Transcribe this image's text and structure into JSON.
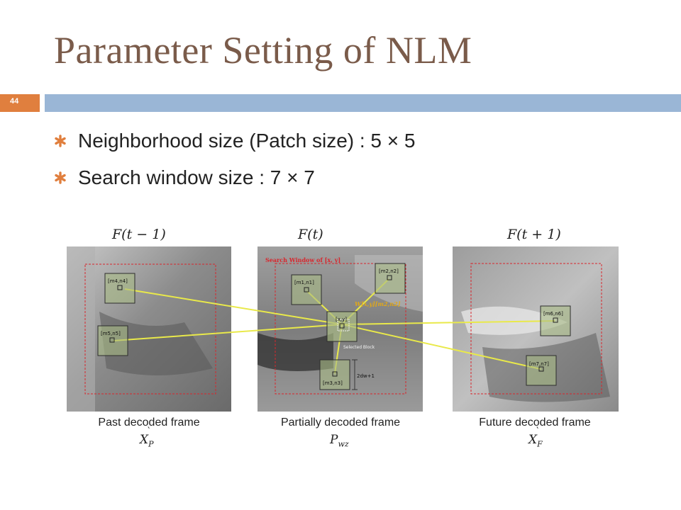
{
  "slide": {
    "title": "Parameter Setting of NLM",
    "page_number": "44",
    "colors": {
      "title": "#7a5b4a",
      "page_box": "#e07f3e",
      "header_bar": "#9ab6d6",
      "bullet": "#e07f3e",
      "window": "#d8262d",
      "line": "#e9e94a"
    }
  },
  "bullets": [
    {
      "text": "Neighborhood size (Patch size) : 5 × 5"
    },
    {
      "text": "Search window size : 7 × 7"
    }
  ],
  "frames": [
    {
      "label": "F(t − 1)",
      "caption": "Past decoded frame",
      "symbol": "X",
      "symbol_sub": "P",
      "accent": "`"
    },
    {
      "label": "F(t)",
      "caption": "Partially decoded frame",
      "symbol": "P",
      "symbol_sub": "wz",
      "accent": ""
    },
    {
      "label": "F(t + 1)",
      "caption": "Future decoded frame",
      "symbol": "X",
      "symbol_sub": "F",
      "accent": "`"
    }
  ],
  "figure": {
    "search_window_label": "Search Window of [x, y]",
    "weight_label": "W[x,y][m2,n2]",
    "selected_block_label": "Selected Block",
    "size_label": "2dw+1",
    "patch_labels": {
      "past_1": "[m4,n4]",
      "past_2": "[m5,n5]",
      "cur_1": "[m1,n1]",
      "cur_2": "[m2,n2]",
      "cur_center": "[x,y]",
      "cur_3": "[m3,n3]",
      "fut_1": "[m6,n6]",
      "fut_2": "[m7,n7]"
    }
  }
}
